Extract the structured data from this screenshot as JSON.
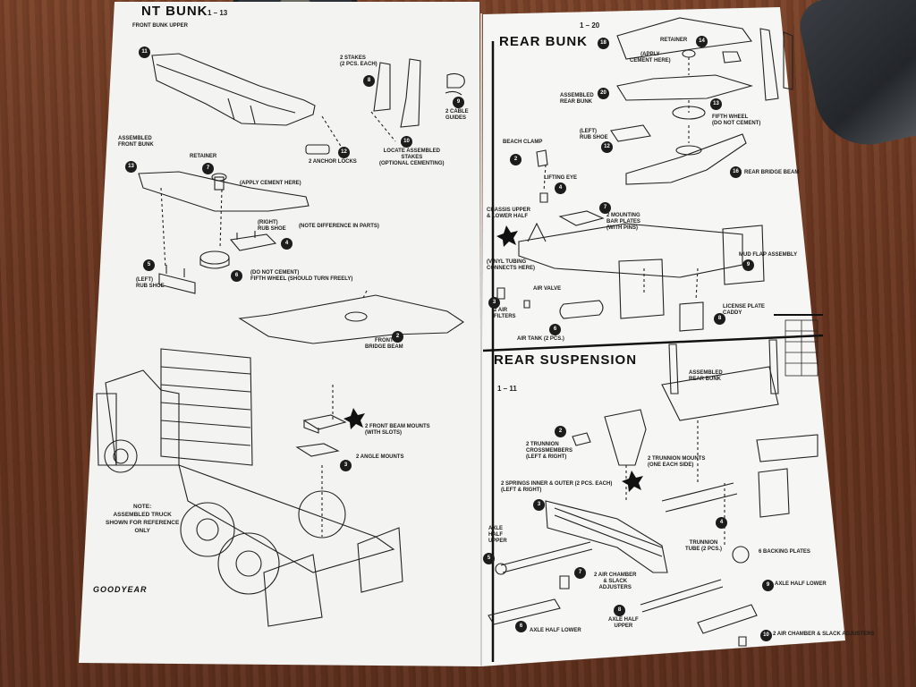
{
  "left_page": {
    "heading": "NT BUNK",
    "heading_range": "1 – 13",
    "labels": {
      "front_bunk_upper": "FRONT BUNK UPPER",
      "stakes": "2 STAKES\n(2 pcs. each)",
      "cable_guides": "2 CABLE\nGUIDES",
      "anchor_locks": "2 ANCHOR LOCKS",
      "locate_stakes": "LOCATE ASSEMBLED\nSTAKES\n(Optional cementing)",
      "assembled_front_bunk": "ASSEMBLED\nFRONT BUNK",
      "retainer": "RETAINER",
      "apply_cement": "(Apply cement here)",
      "right_rub_shoe": "(Right)\nRUB SHOE",
      "note_difference": "(Note difference in parts)",
      "left_rub_shoe": "(Left)\nRUB SHOE",
      "fifth_wheel": "(Do not cement)\nFIFTH WHEEL (Should turn freely)",
      "front_bridge_beam": "FRONT\nBRIDGE BEAM",
      "front_beam_mounts": "2 FRONT BEAM MOUNTS\n(With slots)",
      "angle_mounts": "2 ANGLE MOUNTS"
    },
    "note": "NOTE:\nASSEMBLED TRUCK\nSHOWN FOR REFERENCE\nONLY",
    "brand": "GOODYEAR"
  },
  "right_page": {
    "rear_bunk_heading": "REAR BUNK",
    "rear_bunk_range": "1 – 20",
    "rear_suspension_heading": "REAR SUSPENSION",
    "rear_suspension_range": "1 – 11",
    "labels": {
      "retainer": "RETAINER",
      "apply_cement": "(Apply\ncement here)",
      "assembled_rear_bunk": "ASSEMBLED\nREAR BUNK",
      "left_rub_shoe": "(Left)\nRUB SHOE",
      "fifth_wheel": "FIFTH WHEEL\n(Do not cement)",
      "rear_bridge_beam": "REAR BRIDGE BEAM",
      "beach_clamp": "BEACH CLAMP",
      "lifting_eye": "LIFTING EYE",
      "chassis": "CHASSIS UPPER\n& LOWER HALF",
      "mounting_plates": "2 MOUNTING\nBAR PLATES\n(With pins)",
      "mud_flap": "MUD FLAP ASSEMBLY",
      "vinyl_tubing": "(Vinyl tubing\nconnects here)",
      "air_filters": "2 AIR\nFILTERS",
      "air_valve": "AIR VALVE",
      "air_tank": "AIR TANK (2 pcs.)",
      "license_plate": "LICENSE PLATE\nCADDY",
      "assembled_rear_bunk_2": "ASSEMBLED\nREAR BUNK",
      "trunnion_crossmembers": "2 TRUNNION\nCROSSMEMBERS\n(Left & Right)",
      "trunnion_mounts": "2 TRUNNION MOUNTS\n(One each side)",
      "springs": "2 SPRINGS INNER & OUTER (2 pcs. each)\n(Left & Right)",
      "axle_half_upper": "AXLE\nHALF\nUPPER",
      "trunnion_tube": "TRUNNION\nTUBE (2 pcs.)",
      "backing_plates": "6 BACKING PLATES",
      "air_chamber": "2 AIR CHAMBER\n& SLACK\nADJUSTERS",
      "axle_half_lower": "AXLE HALF LOWER",
      "axle_half_upper_2": "AXLE HALF\nUPPER",
      "axle_half_lower_2": "AXLE HALF LOWER",
      "air_chamber_2": "2 AIR CHAMBER & SLACK ADJUSTERS"
    }
  },
  "colors": {
    "paper": "#f4f5f3",
    "ink": "#1c1c1c",
    "table": "#6a3620"
  }
}
